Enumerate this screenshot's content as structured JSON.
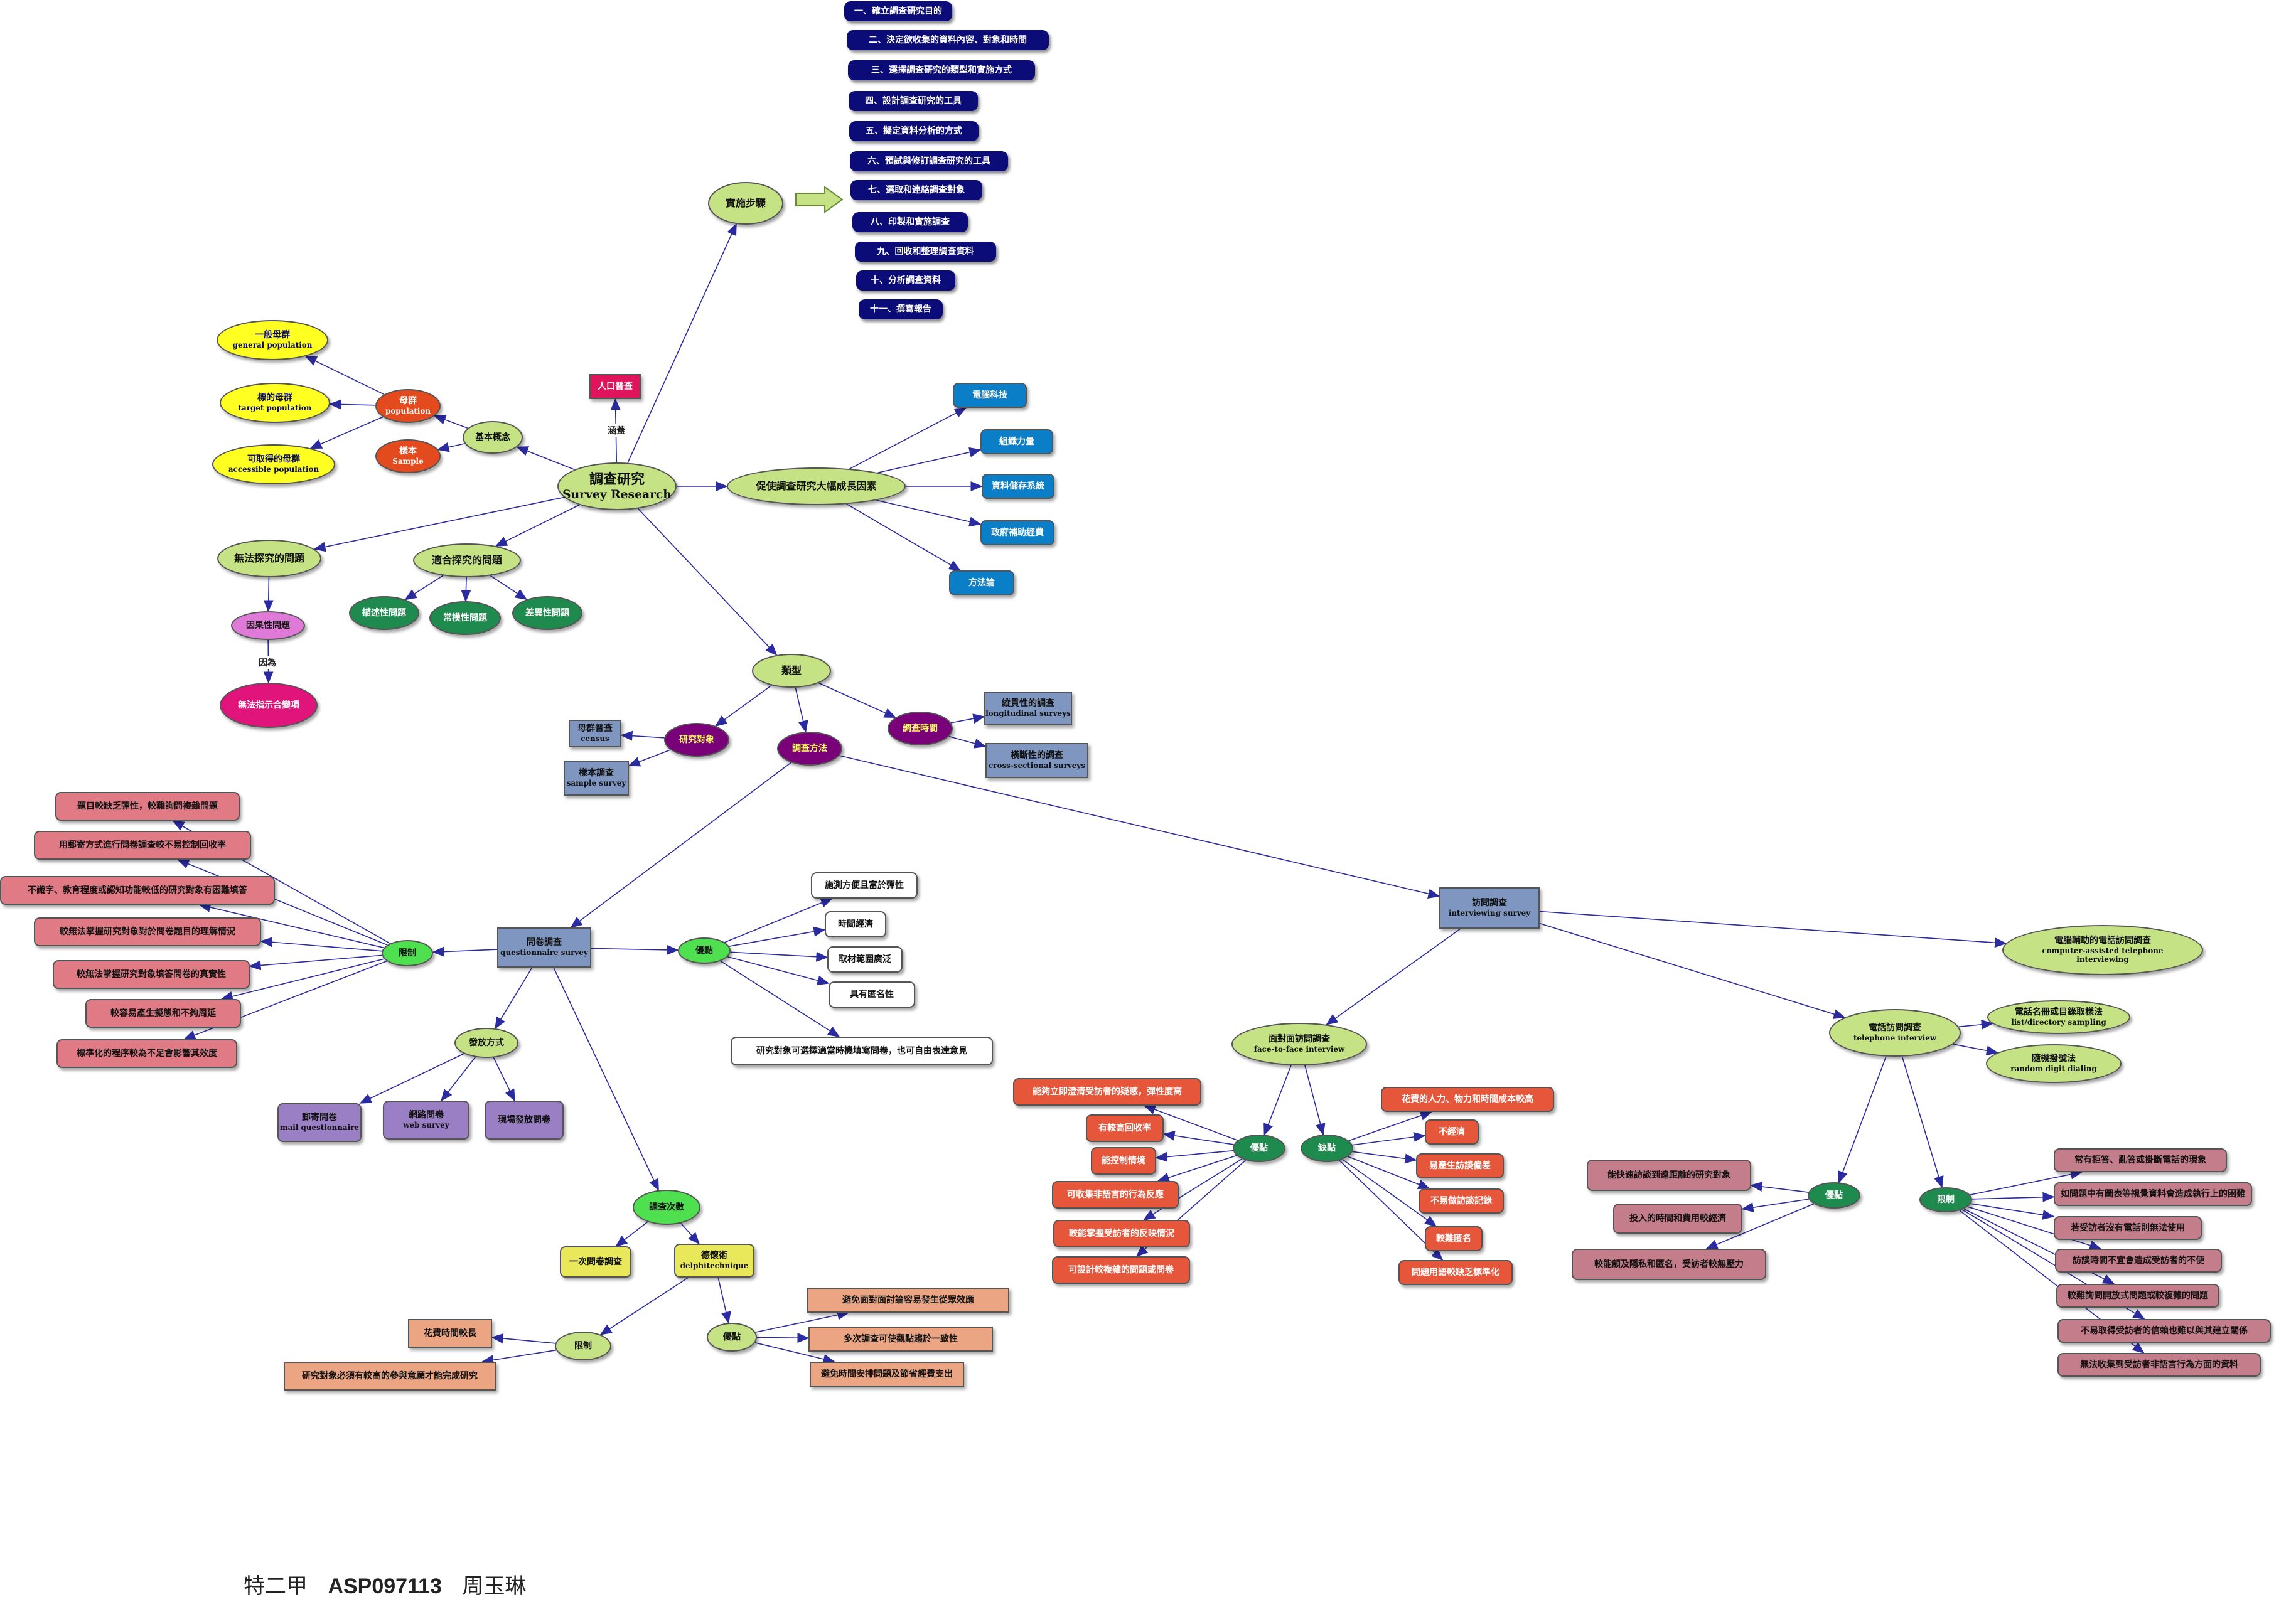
{
  "colors": {
    "line": "#2b2ba0",
    "lime": "#c5e384",
    "navy": "#0c0c78",
    "blue": "#0a7fc8",
    "green": "#1e8a4e",
    "purple": "#7a007a",
    "steel": "#7f96c0",
    "salmon": "#e07b85",
    "lavender": "#9b7fc4",
    "brightgreen": "#4ee04e",
    "yellow": "#ffff22",
    "orangered": "#e34a1e",
    "magenta": "#e0147a",
    "orchid": "#e07ad8",
    "crimson": "#e0145a",
    "olive": "#e8e85a",
    "peach": "#eba583",
    "dustyrose": "#c47d8a",
    "tomato": "#e6563a"
  },
  "nodes": {
    "root": {
      "lines": [
        "調查研究",
        "Survey Research"
      ],
      "color": "lime"
    },
    "steps": {
      "lines": [
        "實施步驟"
      ],
      "color": "lime"
    },
    "step1": {
      "lines": [
        "一、確立調查研究目的"
      ],
      "color": "navy"
    },
    "step2": {
      "lines": [
        "二、決定欲收集的資料內容、對象和時間"
      ],
      "color": "navy"
    },
    "step3": {
      "lines": [
        "三、選擇調查研究的類型和實施方式"
      ],
      "color": "navy"
    },
    "step4": {
      "lines": [
        "四、設計調查研究的工具"
      ],
      "color": "navy"
    },
    "step5": {
      "lines": [
        "五、擬定資料分析的方式"
      ],
      "color": "navy"
    },
    "step6": {
      "lines": [
        "六、預試與修訂調查研究的工具"
      ],
      "color": "navy"
    },
    "step7": {
      "lines": [
        "七、選取和連絡調查對象"
      ],
      "color": "navy"
    },
    "step8": {
      "lines": [
        "八、印製和實施調查"
      ],
      "color": "navy"
    },
    "step9": {
      "lines": [
        "九、回收和整理調查資料"
      ],
      "color": "navy"
    },
    "step10": {
      "lines": [
        "十、分析調查資料"
      ],
      "color": "navy"
    },
    "step11": {
      "lines": [
        "十一、撰寫報告"
      ],
      "color": "navy"
    },
    "census_entry": {
      "lines": [
        "人口普查"
      ],
      "color": "crimson"
    },
    "factors": {
      "lines": [
        "促使調查研究大幅成長因素"
      ],
      "color": "lime"
    },
    "f1": {
      "lines": [
        "電腦科技"
      ],
      "color": "blue"
    },
    "f2": {
      "lines": [
        "組織力量"
      ],
      "color": "blue"
    },
    "f3": {
      "lines": [
        "資料儲存系統"
      ],
      "color": "blue"
    },
    "f4": {
      "lines": [
        "政府補助經費"
      ],
      "color": "blue"
    },
    "f5": {
      "lines": [
        "方法論"
      ],
      "color": "blue"
    },
    "basic": {
      "lines": [
        "基本概念"
      ],
      "color": "lime"
    },
    "population": {
      "lines": [
        "母群",
        "population"
      ],
      "color": "orangered"
    },
    "sample": {
      "lines": [
        "樣本",
        "Sample"
      ],
      "color": "orangered"
    },
    "gp": {
      "lines": [
        "一般母群",
        "general population"
      ],
      "color": "yellow"
    },
    "tp": {
      "lines": [
        "標的母群",
        "target population"
      ],
      "color": "yellow"
    },
    "ap": {
      "lines": [
        "可取得的母群",
        "accessible population"
      ],
      "color": "yellow"
    },
    "unsuit": {
      "lines": [
        "無法探究的問題"
      ],
      "color": "lime"
    },
    "suit": {
      "lines": [
        "適合探究的問題"
      ],
      "color": "lime"
    },
    "causal": {
      "lines": [
        "因果性問題"
      ],
      "color": "orchid"
    },
    "proof": {
      "lines": [
        "無法指示合變項"
      ],
      "color": "magenta"
    },
    "q1": {
      "lines": [
        "描述性問題"
      ],
      "color": "green"
    },
    "q2": {
      "lines": [
        "常模性問題"
      ],
      "color": "green"
    },
    "q3": {
      "lines": [
        "差異性問題"
      ],
      "color": "green"
    },
    "types": {
      "lines": [
        "類型"
      ],
      "color": "lime"
    },
    "subject": {
      "lines": [
        "研究對象"
      ],
      "color": "purple"
    },
    "method": {
      "lines": [
        "調查方法"
      ],
      "color": "purple"
    },
    "timing": {
      "lines": [
        "調查時間"
      ],
      "color": "purple"
    },
    "census": {
      "lines": [
        "母群普查",
        "census"
      ],
      "color": "steel"
    },
    "samplesurvey": {
      "lines": [
        "樣本調查",
        "sample survey"
      ],
      "color": "steel"
    },
    "longitudinal": {
      "lines": [
        "縱貫性的調查",
        "longitudinal surveys"
      ],
      "color": "steel"
    },
    "cross": {
      "lines": [
        "橫斷性的調查",
        "cross-sectional surveys"
      ],
      "color": "steel"
    },
    "questionnaire": {
      "lines": [
        "問卷調查",
        "questionnaire survey"
      ],
      "color": "steel"
    },
    "interviewing": {
      "lines": [
        "訪問調查",
        "interviewing survey"
      ],
      "color": "steel"
    },
    "q_limit": {
      "lines": [
        "限制"
      ],
      "color": "brightgreen"
    },
    "ql1": {
      "lines": [
        "題目較缺乏彈性，較難詢問複雜問題"
      ],
      "color": "salmon"
    },
    "ql2": {
      "lines": [
        "用郵寄方式進行問卷調查較不易控制回收率"
      ],
      "color": "salmon"
    },
    "ql3": {
      "lines": [
        "不識字、教育程度或認知功能較低的研究對象有困難填答"
      ],
      "color": "salmon"
    },
    "ql4": {
      "lines": [
        "較無法掌握研究對象對於問卷題目的理解情況"
      ],
      "color": "salmon"
    },
    "ql5": {
      "lines": [
        "較無法掌握研究對象填答問卷的真實性"
      ],
      "color": "salmon"
    },
    "ql6": {
      "lines": [
        "較容易產生擬態和不夠周延"
      ],
      "color": "salmon"
    },
    "ql7": {
      "lines": [
        "標準化的程序較為不足會影響其效度"
      ],
      "color": "salmon"
    },
    "q_adv": {
      "lines": [
        "優點"
      ],
      "color": "brightgreen"
    },
    "qa1": {
      "lines": [
        "施測方便且富於彈性"
      ],
      "color": "white"
    },
    "qa2": {
      "lines": [
        "時間經濟"
      ],
      "color": "white"
    },
    "qa3": {
      "lines": [
        "取材範圍廣泛"
      ],
      "color": "white"
    },
    "qa4": {
      "lines": [
        "具有匿名性"
      ],
      "color": "white"
    },
    "qa5": {
      "lines": [
        "研究對象可選擇適當時機填寫問卷，也可自由表達意見"
      ],
      "color": "white"
    },
    "dist": {
      "lines": [
        "發放方式"
      ],
      "color": "lime"
    },
    "mail": {
      "lines": [
        "郵寄問卷",
        "mail questionnaire"
      ],
      "color": "lavender"
    },
    "web": {
      "lines": [
        "網路問卷",
        "web survey"
      ],
      "color": "lavender"
    },
    "onsite": {
      "lines": [
        "現場發放問卷"
      ],
      "color": "lavender"
    },
    "times": {
      "lines": [
        "調查次數"
      ],
      "color": "brightgreen"
    },
    "once": {
      "lines": [
        "一次問卷調查"
      ],
      "color": "olive"
    },
    "delphi": {
      "lines": [
        "德懷術",
        "delphitechnique"
      ],
      "color": "olive"
    },
    "d_limit": {
      "lines": [
        "限制"
      ],
      "color": "lime"
    },
    "dl1": {
      "lines": [
        "花費時間較長"
      ],
      "color": "peach"
    },
    "dl2": {
      "lines": [
        "研究對象必須有較高的參與意願才能完成研究"
      ],
      "color": "peach"
    },
    "d_adv": {
      "lines": [
        "優點"
      ],
      "color": "lime"
    },
    "da1": {
      "lines": [
        "避免面對面討論容易發生從眾效應"
      ],
      "color": "peach"
    },
    "da2": {
      "lines": [
        "多次調查可使觀點趨於一致性"
      ],
      "color": "peach"
    },
    "da3": {
      "lines": [
        "避免時間安排問題及節省經費支出"
      ],
      "color": "peach"
    },
    "cati": {
      "lines": [
        "電腦輔助的電話訪問調查",
        "computer-assisted telephone",
        "interviewing"
      ],
      "color": "lime"
    },
    "f2f": {
      "lines": [
        "面對面訪問調查",
        "face-to-face interview"
      ],
      "color": "lime"
    },
    "tel": {
      "lines": [
        "電話訪問調查",
        "telephone interview"
      ],
      "color": "lime"
    },
    "list": {
      "lines": [
        "電話名冊或目錄取樣法",
        "list/directory sampling"
      ],
      "color": "lime"
    },
    "rdd": {
      "lines": [
        "隨機撥號法",
        "random digit dialing"
      ],
      "color": "lime"
    },
    "f_adv": {
      "lines": [
        "優點"
      ],
      "color": "green"
    },
    "fa1": {
      "lines": [
        "能夠立即澄清受訪者的疑惑，彈性度高"
      ],
      "color": "tomato"
    },
    "fa2": {
      "lines": [
        "有較高回收率"
      ],
      "color": "tomato"
    },
    "fa3": {
      "lines": [
        "能控制情境"
      ],
      "color": "tomato"
    },
    "fa4": {
      "lines": [
        "可收集非語言的行為反應"
      ],
      "color": "tomato"
    },
    "fa5": {
      "lines": [
        "較能掌握受訪者的反映情況"
      ],
      "color": "tomato"
    },
    "fa6": {
      "lines": [
        "可設計較複雜的問題或問卷"
      ],
      "color": "tomato"
    },
    "f_dis": {
      "lines": [
        "缺點"
      ],
      "color": "green"
    },
    "fd1": {
      "lines": [
        "花費的人力、物力和時間成本較高"
      ],
      "color": "tomato"
    },
    "fd2": {
      "lines": [
        "不經濟"
      ],
      "color": "tomato"
    },
    "fd3": {
      "lines": [
        "易產生訪談偏差"
      ],
      "color": "tomato"
    },
    "fd4": {
      "lines": [
        "不易做訪談記錄"
      ],
      "color": "tomato"
    },
    "fd5": {
      "lines": [
        "較難匿名"
      ],
      "color": "tomato"
    },
    "fd6": {
      "lines": [
        "問題用語較缺乏標準化"
      ],
      "color": "tomato"
    },
    "t_adv": {
      "lines": [
        "優點"
      ],
      "color": "green"
    },
    "ta1": {
      "lines": [
        "能快速訪談到遠距離的研究對象"
      ],
      "color": "dustyrose"
    },
    "ta2": {
      "lines": [
        "投入的時間和費用較經濟"
      ],
      "color": "dustyrose"
    },
    "ta3": {
      "lines": [
        "較能顧及隱私和匿名，受訪者較無壓力"
      ],
      "color": "dustyrose"
    },
    "t_limit": {
      "lines": [
        "限制"
      ],
      "color": "green"
    },
    "tl1": {
      "lines": [
        "常有拒答、亂答或掛斷電話的現象"
      ],
      "color": "dustyrose"
    },
    "tl2": {
      "lines": [
        "如問題中有圖表等視覺資料會造成執行上的困難"
      ],
      "color": "dustyrose"
    },
    "tl3": {
      "lines": [
        "若受訪者沒有電話則無法使用"
      ],
      "color": "dustyrose"
    },
    "tl4": {
      "lines": [
        "訪談時間不宜會造成受訪者的不便"
      ],
      "color": "dustyrose"
    },
    "tl5": {
      "lines": [
        "較難詢問開放式問題或較複雜的問題"
      ],
      "color": "dustyrose"
    },
    "tl6": {
      "lines": [
        "不易取得受訪者的信賴也難以與其建立關係"
      ],
      "color": "dustyrose"
    },
    "tl7": {
      "lines": [
        "無法收集到受訪者非語言行為方面的資料"
      ],
      "color": "dustyrose"
    }
  },
  "edge_labels": {
    "includes": "涵蓋",
    "because": "因為"
  },
  "footer": {
    "cls": "特二甲",
    "id": "ASP097113",
    "name": "周玉琳"
  }
}
